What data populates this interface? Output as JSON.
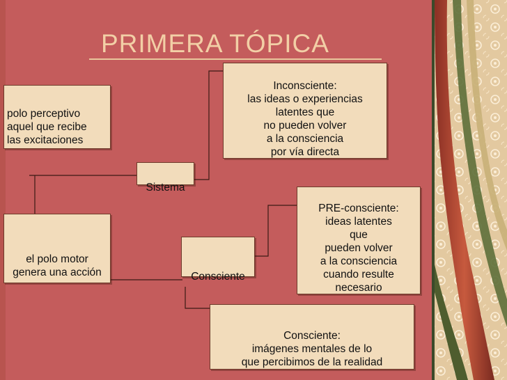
{
  "title": "PRIMERA TÓPICA",
  "nodes": {
    "polo_perceptivo": "polo perceptivo\naquel que recibe\nlas excitaciones",
    "polo_motor": "el polo motor\ngenera una acción",
    "sistema": "Sistema",
    "consciente": "Consciente",
    "inconsciente": "Inconsciente:\nlas ideas o experiencias\nlatentes que\nno pueden volver\na la consciencia\npor vía directa",
    "preconsciente": "PRE-consciente:\nideas latentes\nque\npueden volver\na la consciencia\ncuando resulte\nnecesario",
    "consciente_def": "Consciente:\nimágenes mentales de lo\nque percibimos de la realidad"
  },
  "colors": {
    "background": "#c45c5c",
    "title": "#f2cfa6",
    "box_fill": "#f2dcbb",
    "lines": "#3a1a14"
  }
}
